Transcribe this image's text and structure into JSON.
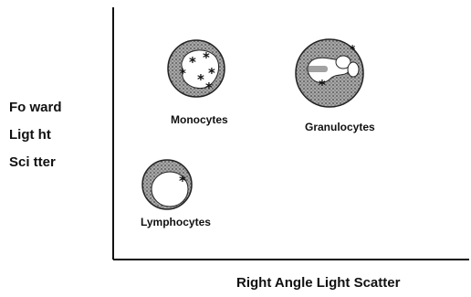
{
  "y_axis_label": [
    "Fo ward",
    "Ligt ht",
    "Sci tter"
  ],
  "x_axis_label": "Right Angle Light Scatter",
  "cells": {
    "monocytes": "Monocytes",
    "granulocytes": "Granulocytes",
    "lymphocytes": "Lymphocytes"
  },
  "colors": {
    "cell_fill": "#9a9a9a",
    "nucleus_fill": "#ffffff",
    "ink": "#111111"
  }
}
